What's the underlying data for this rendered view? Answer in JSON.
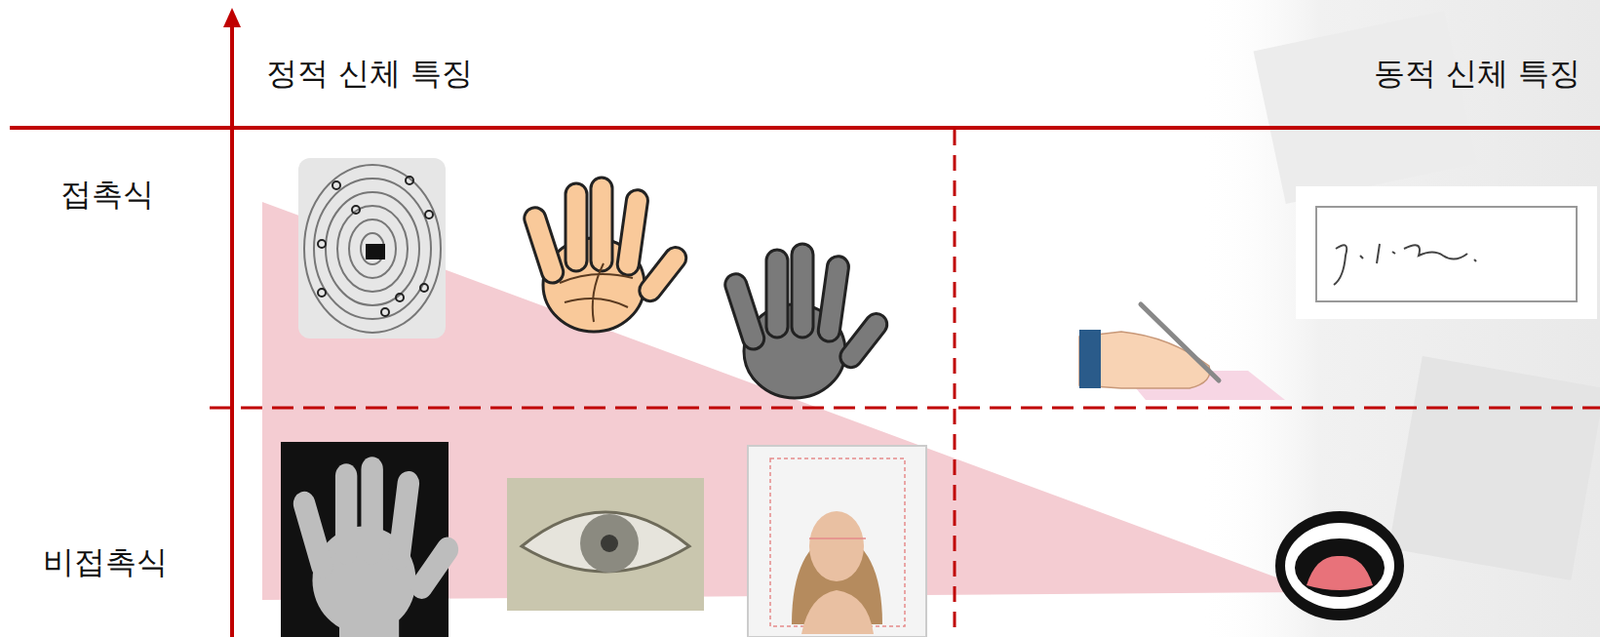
{
  "diagram": {
    "labels": [
      "정적 신체 특징",
      "동적 신체 특징",
      "접촉식",
      "비접촉식"
    ]
  }
}
